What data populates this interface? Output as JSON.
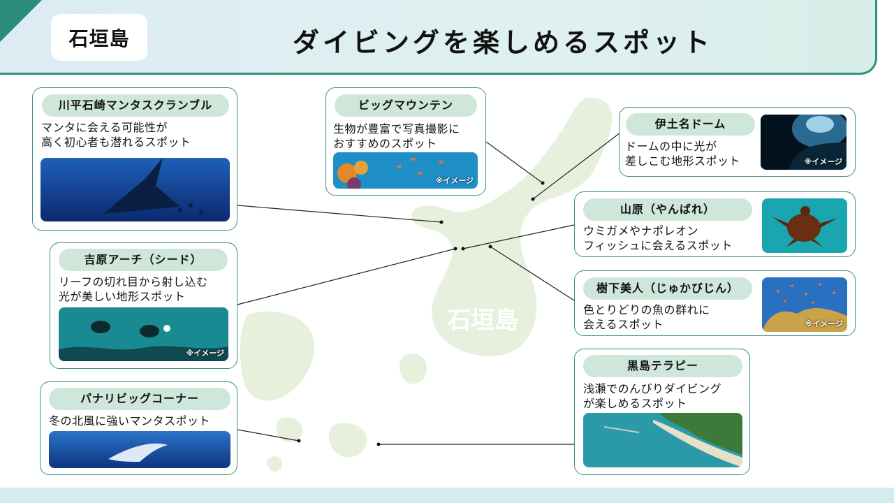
{
  "header": {
    "island_badge": "石垣島",
    "title": "ダイビングを楽しめるスポット"
  },
  "map": {
    "label": "石垣島"
  },
  "image_note": "※イメージ",
  "spots": [
    {
      "name": "川平石崎マンタスクランブル",
      "desc": "マンタに会える可能性が\n高く初心者も潜れるスポット"
    },
    {
      "name": "ビッグマウンテン",
      "desc": "生物が豊富で写真撮影に\nおすすめのスポット"
    },
    {
      "name": "伊土名ドーム",
      "desc": "ドームの中に光が\n差しこむ地形スポット"
    },
    {
      "name": "山原（やんばれ）",
      "desc": "ウミガメやナポレオン\nフィッシュに会えるスポット"
    },
    {
      "name": "樹下美人（じゅかびじん）",
      "desc": "色とりどりの魚の群れに\n会えるスポット"
    },
    {
      "name": "黒島テラピー",
      "desc": "浅瀬でのんびりダイビング\nが楽しめるスポット"
    },
    {
      "name": "吉原アーチ（シード）",
      "desc": "リーフの切れ目から射し込む\n光が美しい地形スポット"
    },
    {
      "name": "パナリビッグコーナー",
      "desc": "冬の北風に強いマンタスポット"
    }
  ],
  "colors": {
    "accent": "#2f8f80",
    "pill": "#cfe6da",
    "map": "#e4efda"
  }
}
